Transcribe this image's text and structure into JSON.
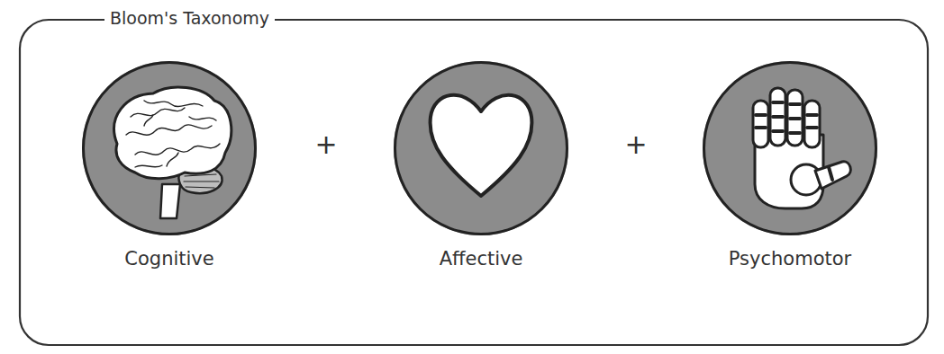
{
  "diagram": {
    "title": "Bloom's Taxonomy",
    "nodes": [
      {
        "text": [
          "Cognitive"
        ]
      },
      {
        "text": [
          "Affective"
        ]
      },
      {
        "text": [
          "Psychomotor"
        ]
      }
    ],
    "labels": [
      "+",
      "+"
    ]
  }
}
